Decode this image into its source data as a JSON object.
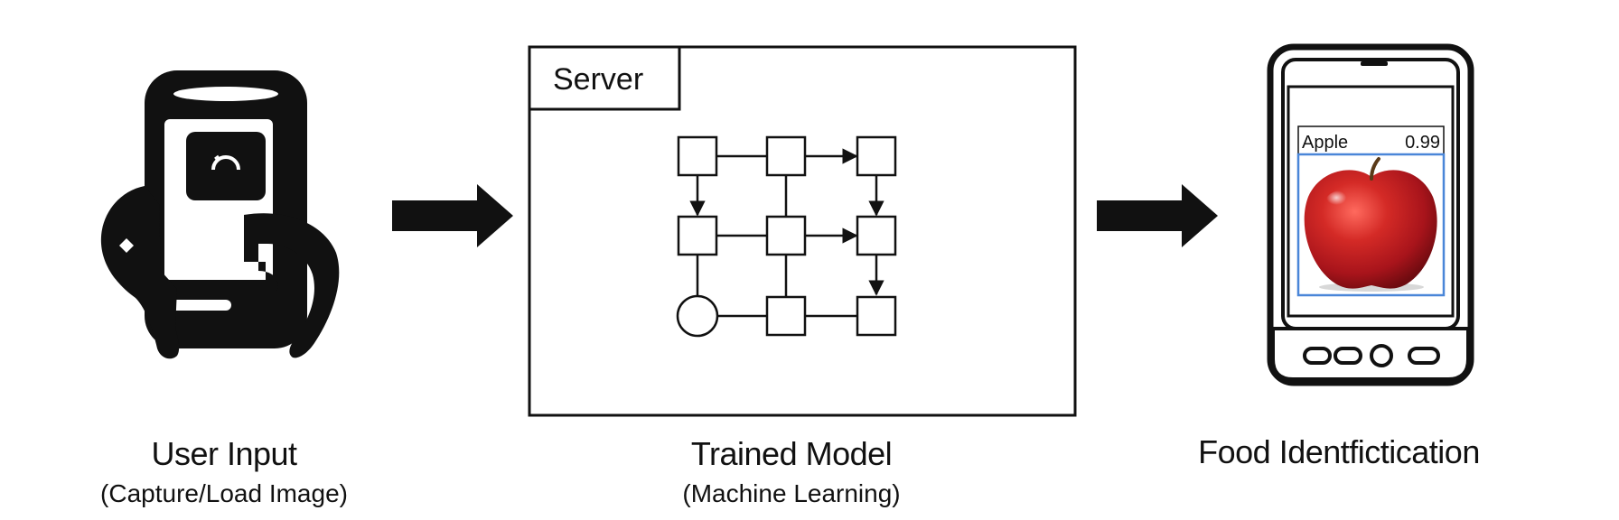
{
  "stages": {
    "input": {
      "title": "User Input",
      "subtitle": "(Capture/Load Image)",
      "icon": "hand-holding-phone-icon"
    },
    "server": {
      "label": "Server",
      "title": "Trained Model",
      "subtitle": "(Machine Learning)",
      "icon": "neural-network-icon"
    },
    "output": {
      "title": "Food Identfictication",
      "icon": "smartphone-icon",
      "detection": {
        "label": "Apple",
        "score": "0.99",
        "box_color": "#4a86d8"
      }
    }
  },
  "colors": {
    "ink": "#111111",
    "background": "#ffffff",
    "apple_red": "#c41a1f"
  }
}
